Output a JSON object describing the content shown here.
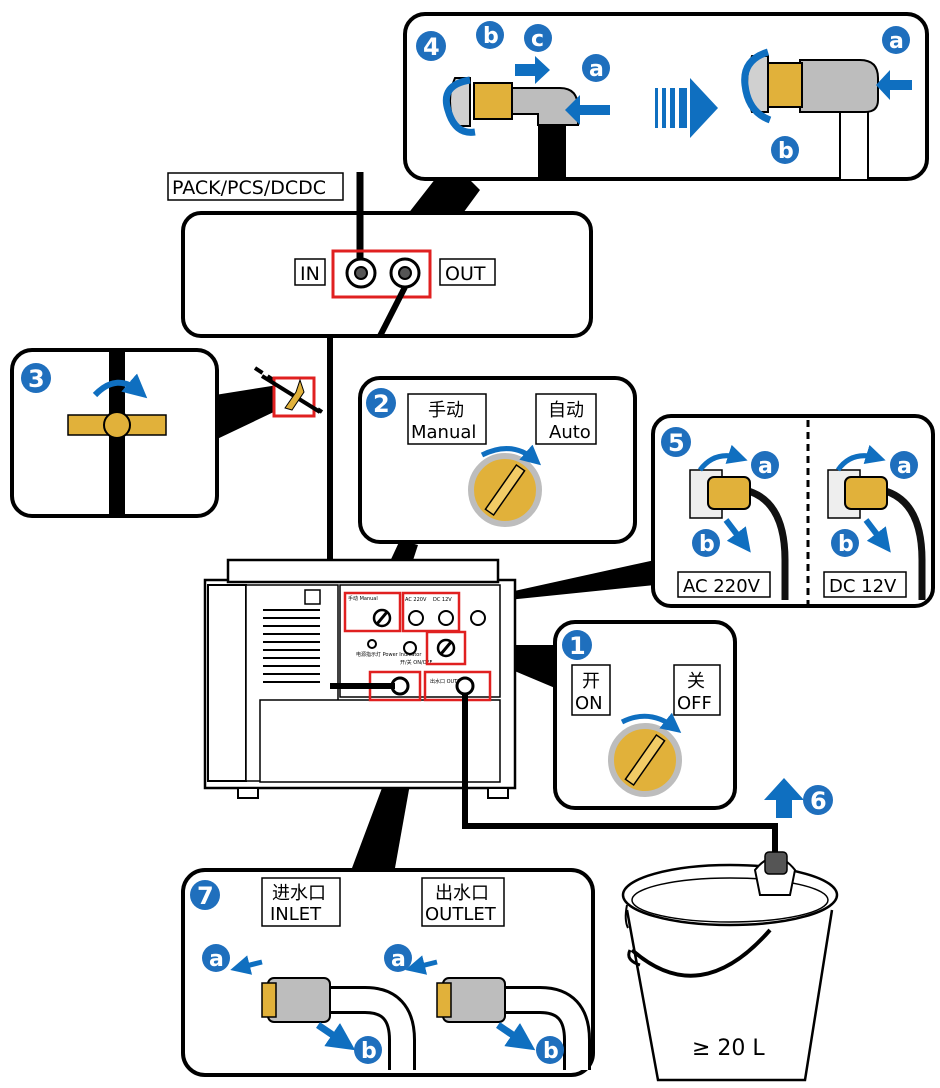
{
  "colors": {
    "badge_blue": "#1f6fbd",
    "arrow_blue": "#0f6fc0",
    "highlight_red": "#e02020",
    "brass": "#e1b13a",
    "hose": "#111111"
  },
  "steps": {
    "s1": "1",
    "s2": "2",
    "s3": "3",
    "s4": "4",
    "s5": "5",
    "s6": "6",
    "s7": "7"
  },
  "sub_labels": {
    "a": "a",
    "b": "b",
    "c": "c"
  },
  "connection": {
    "source_label": "PACK/PCS/DCDC",
    "in_label": "IN",
    "out_label": "OUT"
  },
  "step2_switch": {
    "manual_cn": "手动",
    "manual_en": "Manual",
    "auto_cn": "自动",
    "auto_en": "Auto"
  },
  "step1_switch": {
    "on_cn": "开",
    "on_en": "ON",
    "off_cn": "关",
    "off_en": "OFF"
  },
  "step5_power": {
    "ac_label": "AC 220V",
    "dc_label": "DC 12V"
  },
  "step7_ports": {
    "inlet_cn": "进水口",
    "inlet_en": "INLET",
    "outlet_cn": "出水口",
    "outlet_en": "OUTLET"
  },
  "bucket": {
    "capacity_label": "≥ 20 L"
  },
  "panel_tiny_labels": {
    "manual": "手动\nManual",
    "ac": "AC 220V",
    "dc": "DC 12V",
    "power": "电源指示灯\nPower Indicator",
    "switch": "开/关\nON/OFF",
    "outlet": "出水口\nOUTLET"
  },
  "icons": [
    "clockwise-rotate-arrow",
    "push-arrow",
    "pull-arrow",
    "transition-arrow",
    "drain-up-arrow"
  ]
}
